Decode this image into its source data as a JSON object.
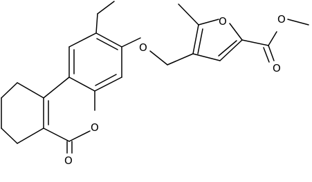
{
  "molecule": {
    "atoms": {
      "ester_carbonyl_o": "O",
      "ester_methoxy_o": "O",
      "furan_o": "O",
      "ether_o": "O",
      "lactone_ring_o": "O",
      "lactone_carbonyl_o": "O"
    },
    "colors": {
      "bond": "#000000",
      "text": "#000000",
      "background": "#ffffff"
    }
  }
}
